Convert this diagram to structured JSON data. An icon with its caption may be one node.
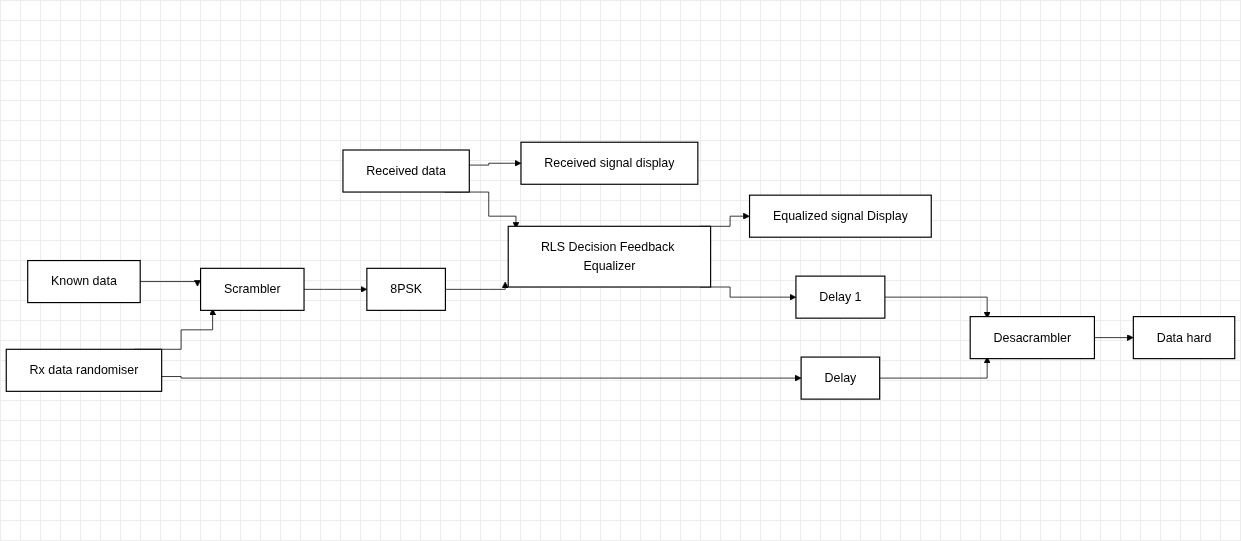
{
  "diagram": {
    "nodes": [
      {
        "text": [
          "Received signal display"
        ]
      },
      {
        "text": [
          "Equalized signal Display"
        ]
      },
      {
        "text": [
          "Received data"
        ]
      },
      {
        "text": [
          "RLS Decision Feedback Equalizer"
        ]
      },
      {
        "text": [
          "Delay 1"
        ]
      },
      {
        "text": [
          "Known data"
        ]
      },
      {
        "text": [
          "Scrambler"
        ]
      },
      {
        "text": [
          "8PSK"
        ]
      },
      {
        "text": [
          "Desacrambler"
        ]
      },
      {
        "text": [
          "Data hard"
        ]
      },
      {
        "text": [
          "Rx data randomiser"
        ]
      },
      {
        "text": [
          "Delay"
        ]
      }
    ],
    "edges": [
      {
        "from": 2,
        "to": 0,
        "arrow": "to"
      },
      {
        "from": 2,
        "to": 3,
        "arrow": "to"
      },
      {
        "from": 7,
        "to": 3,
        "arrow": "to"
      },
      {
        "from": 3,
        "to": 1,
        "arrow": "to"
      },
      {
        "from": 3,
        "to": 4,
        "arrow": "to"
      },
      {
        "from": 4,
        "to": 8,
        "arrow": "to"
      },
      {
        "from": 5,
        "to": 6,
        "arrow": "to"
      },
      {
        "from": 6,
        "to": 7,
        "arrow": "to"
      },
      {
        "from": 10,
        "to": 6,
        "arrow": "to"
      },
      {
        "from": 10,
        "to": 11,
        "arrow": "to"
      },
      {
        "from": 11,
        "to": 8,
        "arrow": "to"
      },
      {
        "from": 8,
        "to": 9,
        "arrow": "to"
      }
    ]
  }
}
